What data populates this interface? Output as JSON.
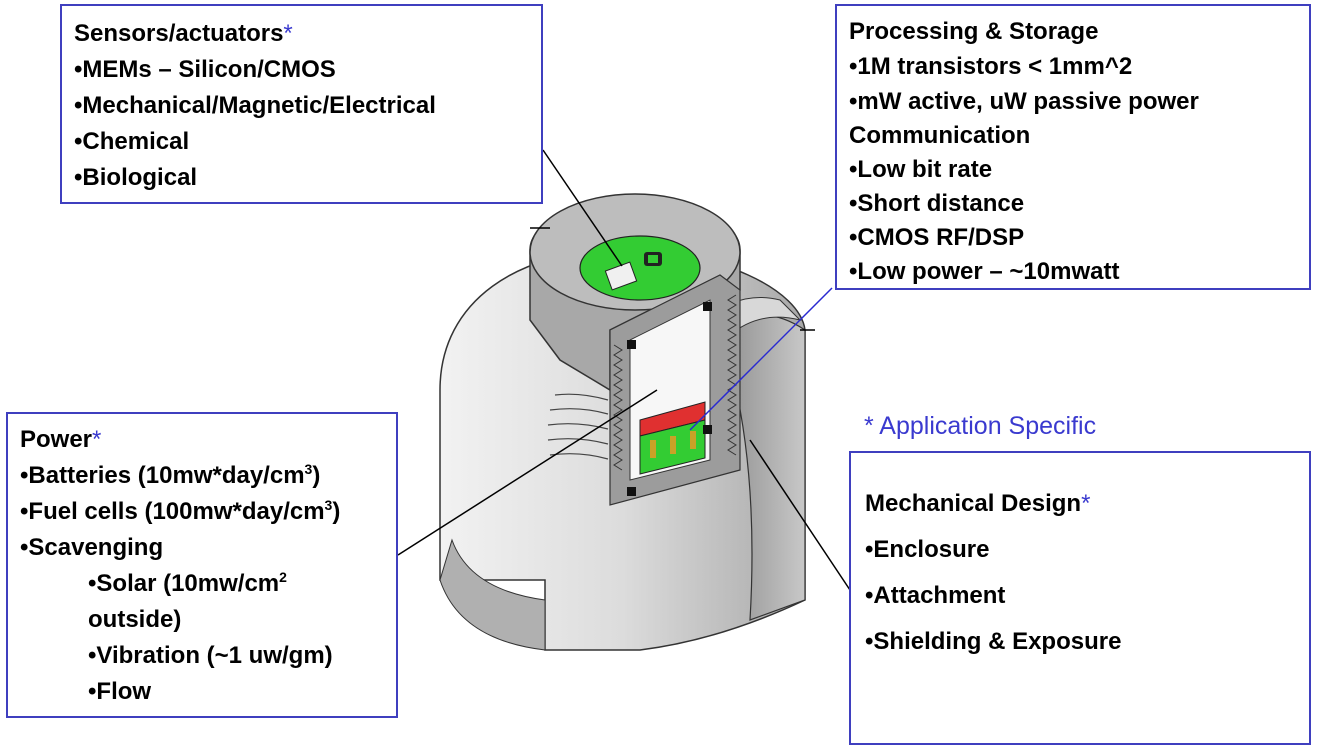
{
  "sensors": {
    "title": "Sensors/actuators",
    "star": "*",
    "items": [
      "•MEMs – Silicon/CMOS",
      "•Mechanical/Magnetic/Electrical",
      "•Chemical",
      "•Biological"
    ]
  },
  "processing": {
    "title": "Processing & Storage",
    "items": [
      "•1M transistors < 1mm^2",
      "•mW active, uW passive power"
    ]
  },
  "communication": {
    "title": "Communication",
    "items": [
      "•Low bit rate",
      "•Short distance",
      "•CMOS RF/DSP",
      "•Low power – ~10mwatt"
    ]
  },
  "power": {
    "title": "Power",
    "star": "*",
    "batteries": {
      "text": "•Batteries  (10mw*day/cm",
      "sup": "3",
      "close": ")"
    },
    "fuel": {
      "text": "•Fuel cells (100mw*day/cm",
      "sup": "3",
      "close": ")"
    },
    "scavenging": "•Scavenging",
    "solar": {
      "text": "•Solar (10mw/cm",
      "sup": "2",
      "line2": "outside)"
    },
    "vibration": "•Vibration (~1 uw/gm)",
    "flow": "•Flow"
  },
  "note": "* Application Specific",
  "mechanical": {
    "title": "Mechanical Design",
    "star": "*",
    "items": [
      "•Enclosure",
      "•Attachment",
      "•Shielding & Exposure"
    ]
  },
  "colors": {
    "border": "#3f3fbf",
    "accent": "#3a3acf",
    "pcb": "#33cc33",
    "battery_red": "#e03030"
  }
}
